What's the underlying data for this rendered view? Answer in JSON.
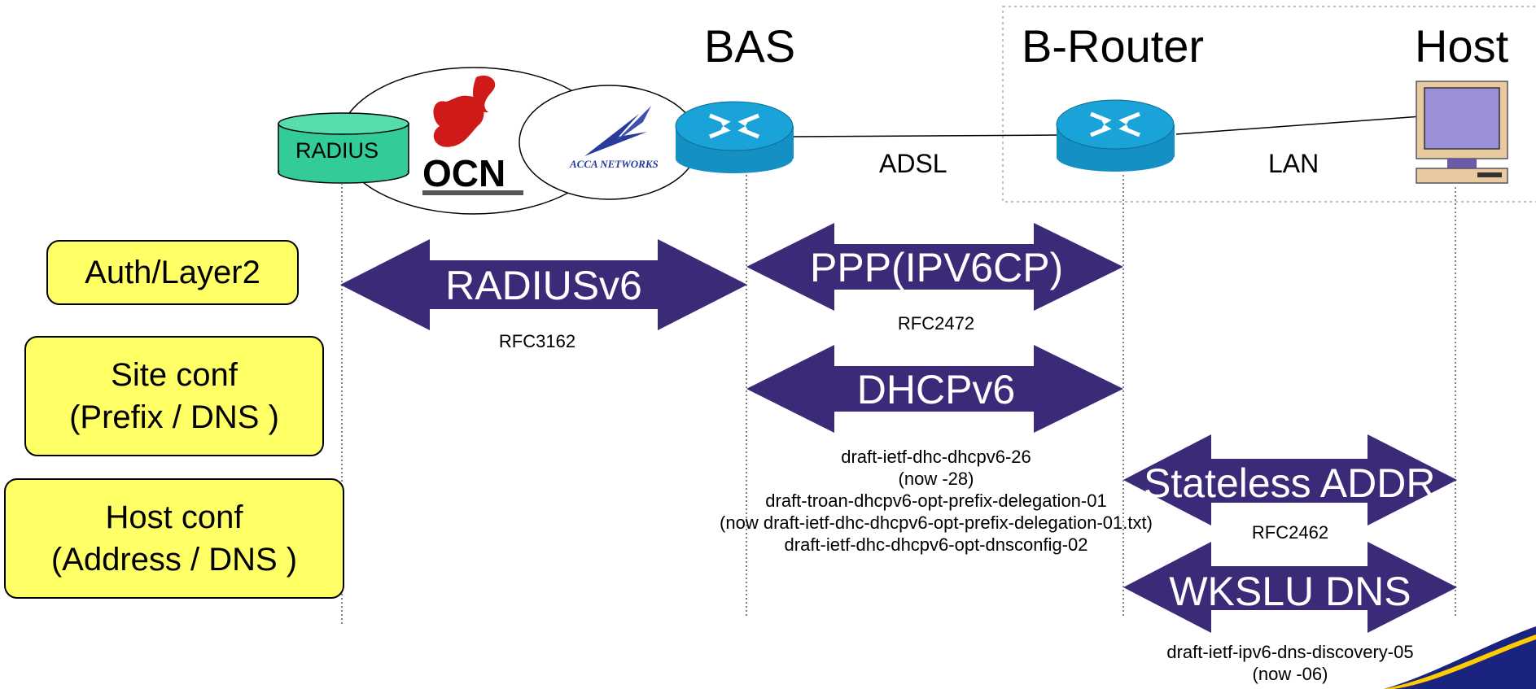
{
  "nodes": {
    "bas": "BAS",
    "b_router": "B-Router",
    "host": "Host",
    "radius_db": "RADIUS"
  },
  "logos": {
    "ocn": "OCN",
    "acca": "ACCA NETWORKS"
  },
  "links": {
    "adsl": "ADSL",
    "lan": "LAN"
  },
  "layers": {
    "auth": "Auth/Layer2",
    "site_line1": "Site conf",
    "site_line2": "(Prefix / DNS )",
    "host_line1": "Host conf",
    "host_line2": "(Address / DNS )"
  },
  "protocols": {
    "radiusv6": {
      "label": "RADIUSv6",
      "ref": "RFC3162"
    },
    "ppp": {
      "label": "PPP(IPV6CP)",
      "ref": "RFC2472"
    },
    "dhcpv6": {
      "label": "DHCPv6",
      "refs": [
        "draft-ietf-dhc-dhcpv6-26",
        "(now -28)",
        "draft-troan-dhcpv6-opt-prefix-delegation-01",
        "(now draft-ietf-dhc-dhcpv6-opt-prefix-delegation-01.txt)",
        "draft-ietf-dhc-dhcpv6-opt-dnsconfig-02"
      ]
    },
    "stateless": {
      "label": "Stateless ADDR",
      "ref": "RFC2462"
    },
    "wkslu": {
      "label": "WKSLU DNS",
      "refs": [
        "draft-ietf-ipv6-dns-discovery-05",
        "(now -06)"
      ]
    }
  },
  "colors": {
    "arrow": "#3a2a78",
    "router": "#1aa3d8",
    "db": "#33cc99",
    "layer_box": "#ffff66",
    "corner_swoosh": "#1a237e",
    "corner_accent": "#ffcc00"
  }
}
